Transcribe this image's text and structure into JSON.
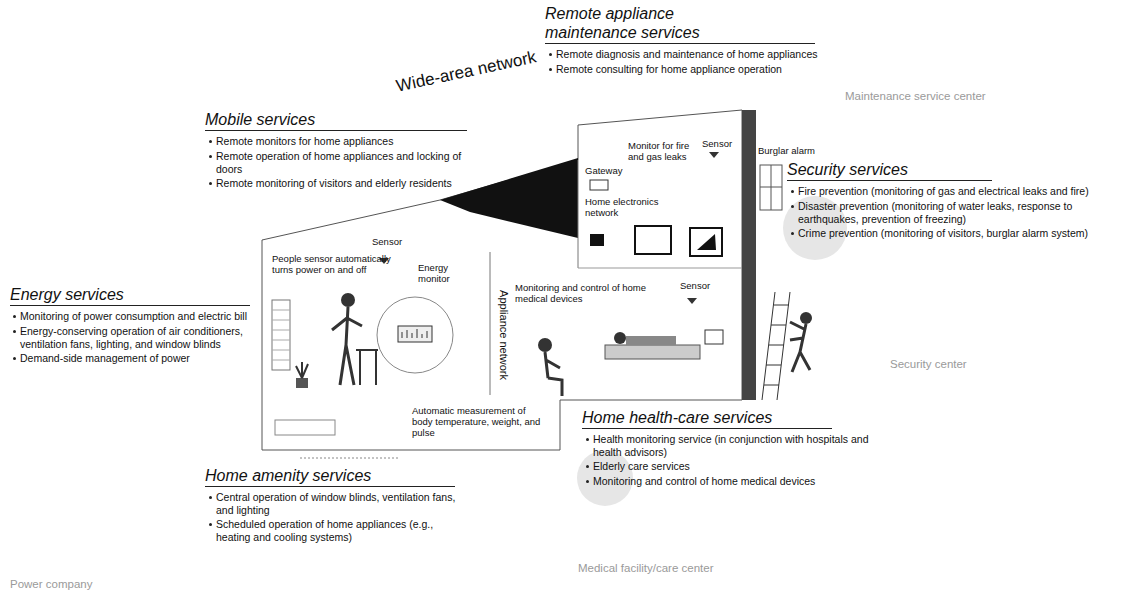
{
  "diagram": {
    "labels": [
      "Remote appliance maintenance services",
      "Remote diagnosis and maintenance of home appliances",
      "Remote consulting for home appliance operation",
      "Wide-area network",
      "Maintenance service center",
      "Mobile services",
      "Remote monitors for home appliances",
      "Remote operation of home appliances and locking of doors",
      "Remote monitoring of visitors and elderly residents",
      "Burglar alarm",
      "Security services",
      "Fire prevention (monitoring of gas and electrical leaks and fire)",
      "Disaster prevention (monitoring of water leaks, response to earthquakes, prevention of freezing)",
      "Crime prevention (monitoring of visitors, burglar alarm system)",
      "Energy services",
      "Monitoring of power consumption and electric bill",
      "Energy-conserving operation of air conditioners, ventilation fans, lighting, and window blinds",
      "Demand-side management of power",
      "Security center",
      "Home amenity services",
      "Central operation of window blinds, ventilation fans, and lighting",
      "Scheduled operation of home appliances (e.g., heating and cooling systems)",
      "Home health-care services",
      "Health monitoring service (in conjunction with hospitals and health advisors)",
      "Elderly care services",
      "Monitoring and control of home medical devices",
      "Medical facility/care center",
      "Power company",
      "Gateway",
      "Monitor for fire and gas leaks",
      "Sensor",
      "Home electronics network",
      "Sensor",
      "People sensor automatically turns power on and off",
      "Energy monitor",
      "Sensor",
      "Monitoring and control of home medical devices",
      "Automatic measurement of body temperature, weight, and pulse",
      "Appliance network"
    ]
  }
}
